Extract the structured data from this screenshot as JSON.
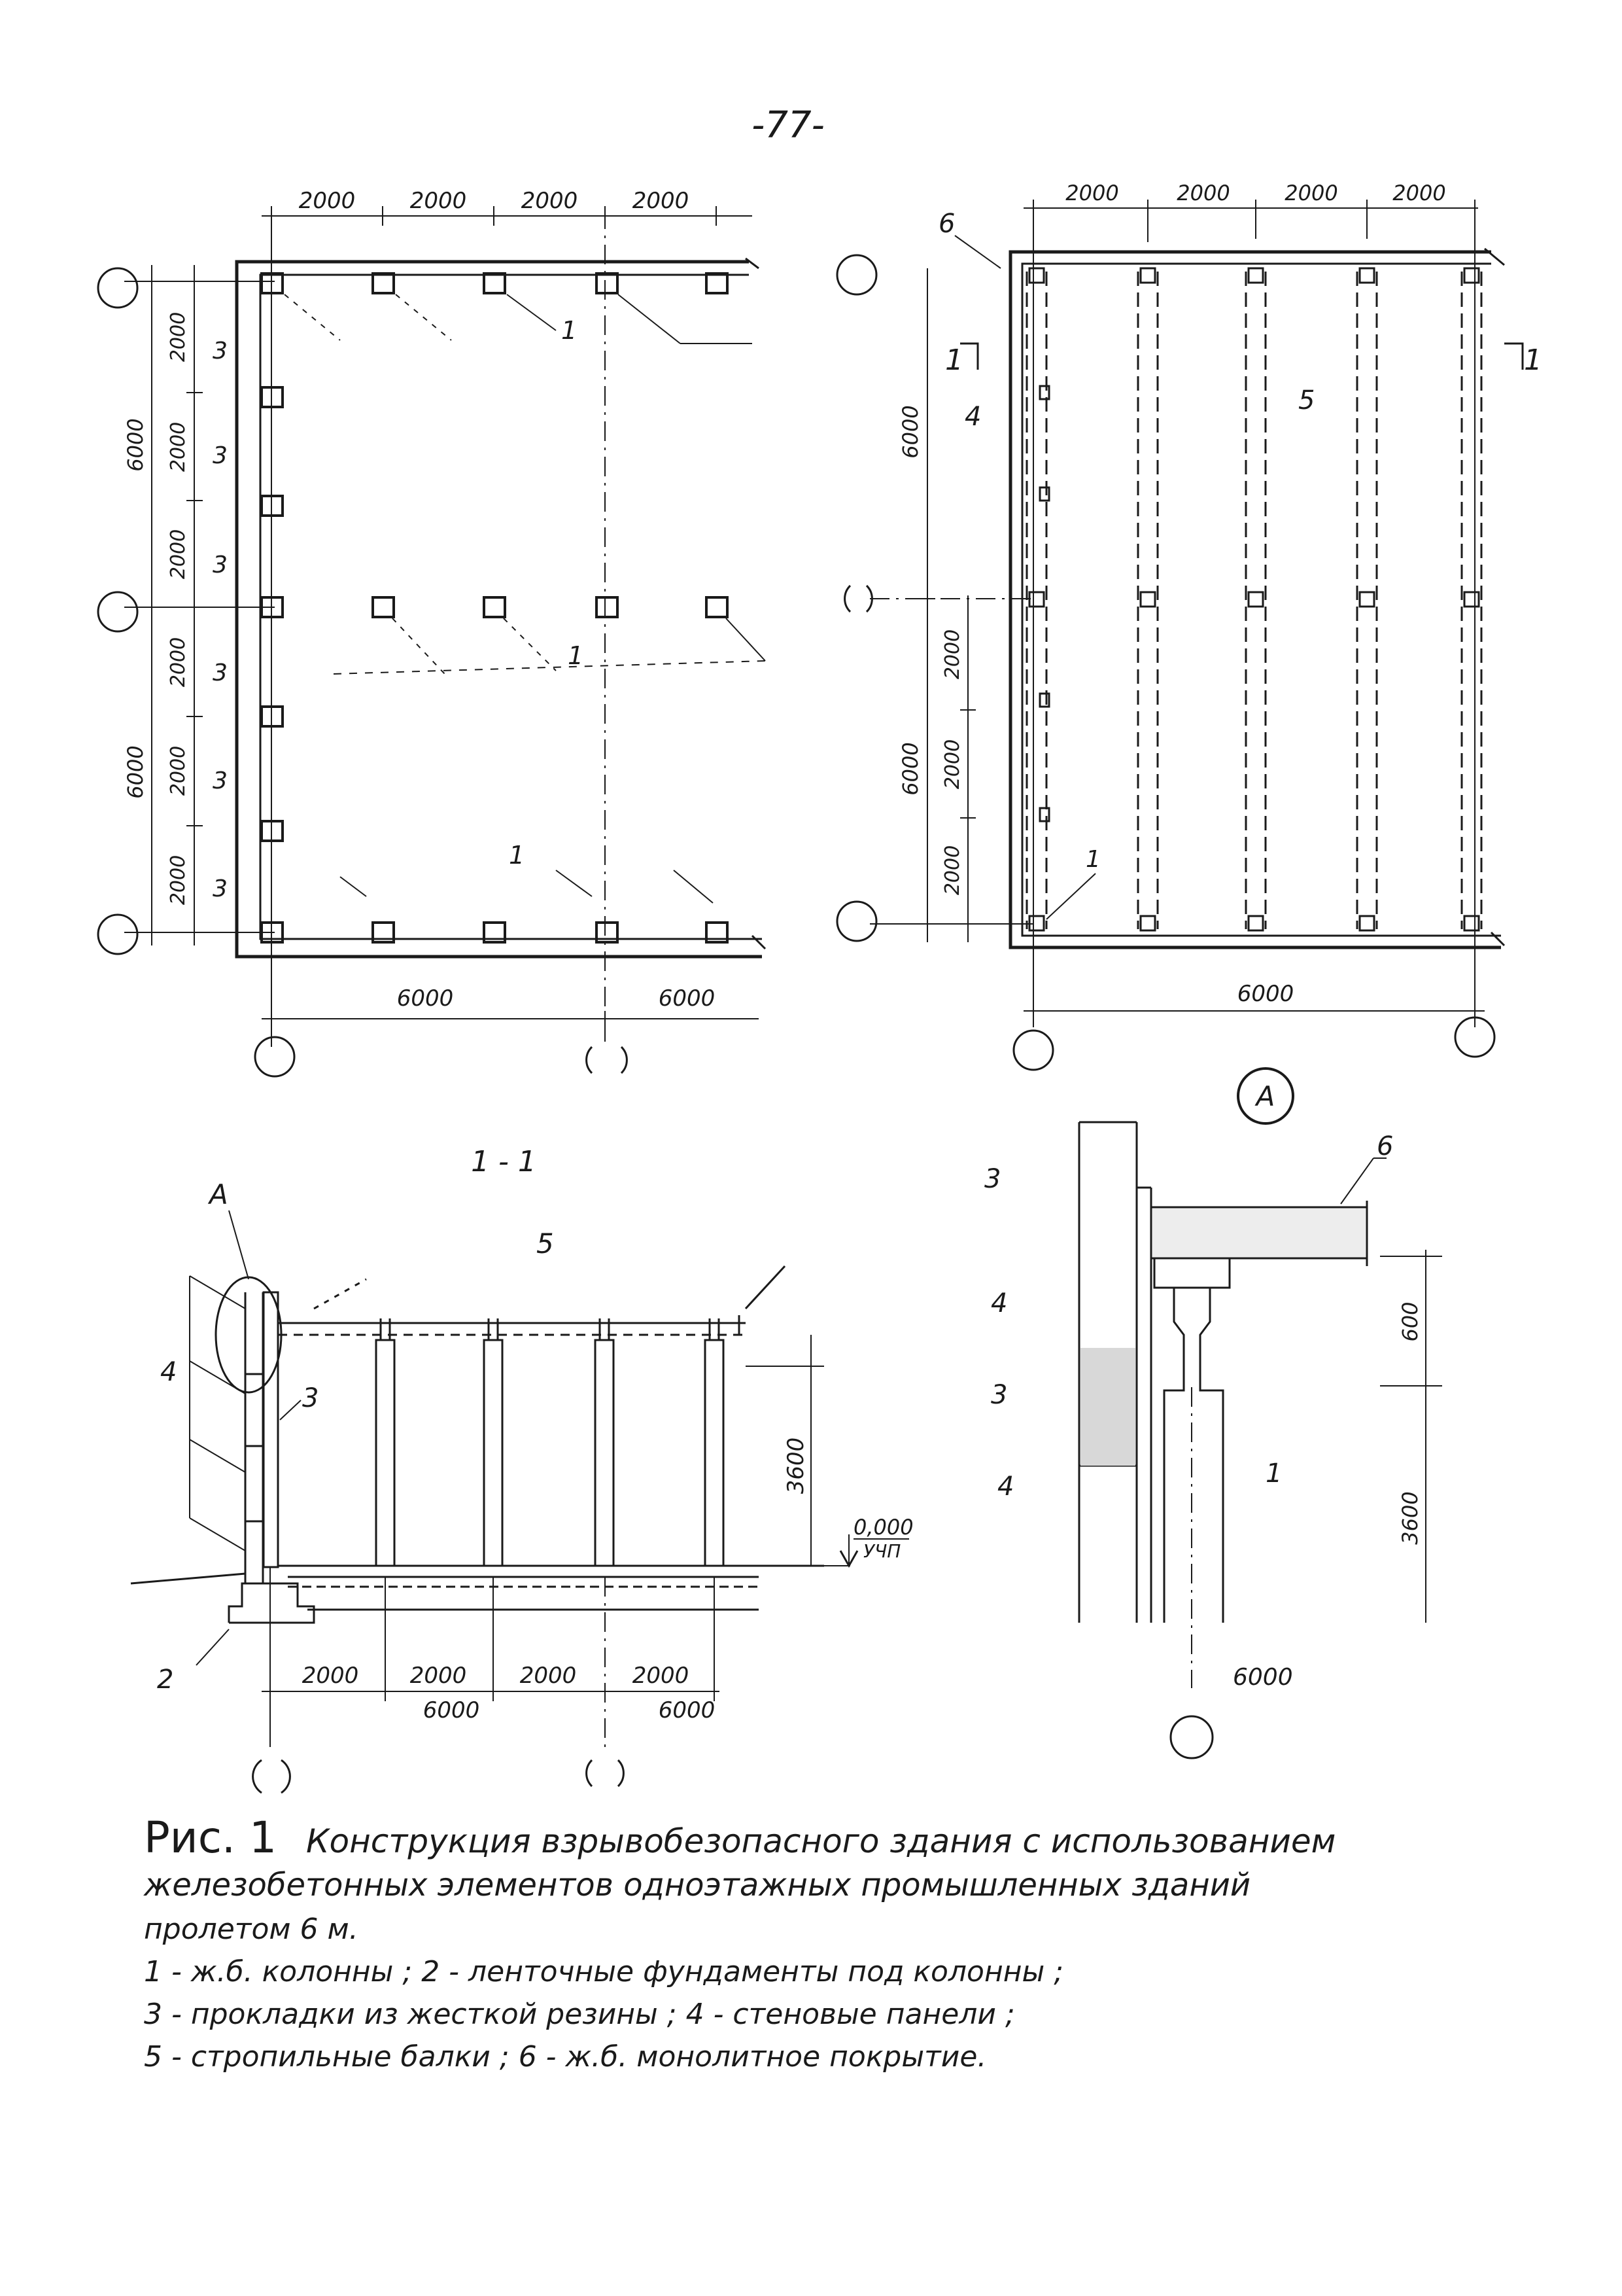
{
  "page_number": "-77-",
  "plan_left": {
    "top_dims": [
      "2000",
      "2000",
      "2000",
      "2000"
    ],
    "left_dims_inner": [
      "2000",
      "2000",
      "2000",
      "2000",
      "2000",
      "2000"
    ],
    "left_dims_outer": [
      "6000",
      "6000"
    ],
    "bottom_dims": [
      "6000",
      "6000"
    ],
    "label_3": "3",
    "label_1": "1"
  },
  "plan_right": {
    "top_dims": [
      "2000",
      "2000",
      "2000",
      "2000"
    ],
    "left_dims_outer": [
      "6000",
      "6000"
    ],
    "left_dims_inner": [
      "2000",
      "2000",
      "2000"
    ],
    "bottom_dim": "6000",
    "label_6": "6",
    "label_4": "4",
    "label_5": "5",
    "label_1": "1",
    "section_mark_left": "1",
    "section_mark_right": "1"
  },
  "section": {
    "title": "1 - 1",
    "label_A": "A",
    "label_5": "5",
    "label_4": "4",
    "label_3": "3",
    "label_2": "2",
    "height_dim": "3600",
    "level_value": "0,000",
    "level_note": "УЧП",
    "bottom_dims": [
      "2000",
      "2000",
      "2000",
      "2000"
    ],
    "bottom_dims_outer": [
      "6000",
      "6000"
    ]
  },
  "detail": {
    "title": "A",
    "label_6": "6",
    "label_3a": "3",
    "label_4a": "4",
    "label_3b": "3",
    "label_4b": "4",
    "label_1": "1",
    "dim_600": "600",
    "dim_3600": "3600",
    "dim_6000": "6000"
  },
  "caption": {
    "fig_label": "Рис. 1",
    "lines": [
      "Конструкция взрывобезопасного здания с использованием",
      "железобетонных элементов одноэтажных промышленных зданий",
      "пролетом 6 м.",
      "1 - ж.б. колонны ; 2 - ленточные фундаменты под колонны ;",
      "3 - прокладки из жесткой резины ; 4 - стеновые панели ;",
      "5 - стропильные балки ; 6 - ж.б. монолитное покрытие."
    ]
  }
}
